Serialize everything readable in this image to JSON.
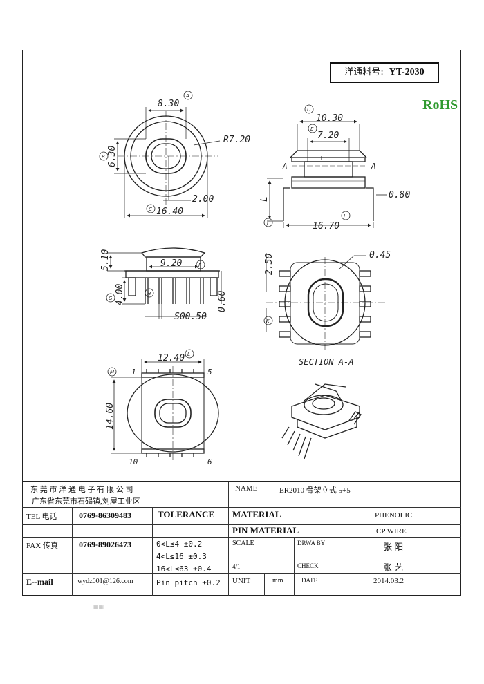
{
  "part_label": {
    "prefix": "洋通料号:",
    "code": "YT-2030"
  },
  "rohs": "RoHS",
  "top_view": {
    "dims": {
      "width_a": "8.30",
      "height_b": "6.30",
      "radius": "R7.20",
      "slot": "2.00",
      "overall_c": "16.40"
    },
    "tags": {
      "a": "A",
      "b": "B",
      "c": "C"
    }
  },
  "side_view": {
    "dims": {
      "top_d": "10.30",
      "inner_e": "7.20",
      "pin": "0.80",
      "length_l": "L",
      "overall_j": "16.70"
    },
    "tags": {
      "d": "D",
      "e": "E",
      "j": "J",
      "section_left": "A",
      "section_right": "A"
    }
  },
  "front_view": {
    "dims": {
      "height": "5.10",
      "width_f": "9.20",
      "pin_g": "4.00",
      "pin_len": "0.60",
      "pin_sq": "S00.50"
    },
    "tags": {
      "f": "F",
      "g": "G",
      "h": "H"
    }
  },
  "section_view": {
    "dims": {
      "wall": "0.45",
      "offset": "2.50"
    },
    "tags": {
      "k": "K"
    },
    "caption": "SECTION A-A"
  },
  "bottom_view": {
    "dims": {
      "width_l": "12.40",
      "height_m": "14.60"
    },
    "tags": {
      "l": "L",
      "m": "M"
    },
    "pins": {
      "tl": "1",
      "tr": "5",
      "bl": "10",
      "br": "6"
    }
  },
  "title_block": {
    "company": "东 莞 市 洋 通 电 子 有 限 公 司",
    "address": "广东省东莞市石碣镇,刘屋工业区",
    "name_label": "NAME",
    "name_value": "ER2010 骨架立式 5+5",
    "tel_label": "TEL 电话",
    "tel_value": "0769-86309483",
    "fax_label": "FAX 传真",
    "fax_value": "0769-89026473",
    "email_label": "E--mail",
    "email_value": "wydz001@126.com",
    "tolerance_label": "TOLERANCE",
    "tol_1": "0<L≤4  ±0.2",
    "tol_2": "4<L≤16 ±0.3",
    "tol_3": "16<L≤63 ±0.4",
    "tol_4": "Pin pitch ±0.2",
    "material_label": "MATERIAL",
    "material_value": "PHENOLIC",
    "pin_material_label": "PIN MATERIAL",
    "pin_material_value": "CP WIRE",
    "scale_label": "SCALE",
    "scale_value": "4/1",
    "drawby_label": "DRWA BY",
    "drawby_value": "张 阳",
    "check_label": "CHECK",
    "check_value": "张 艺",
    "unit_label": "UNIT",
    "unit_value": "mm",
    "date_label": "DATE",
    "date_value": "2014.03.2"
  }
}
